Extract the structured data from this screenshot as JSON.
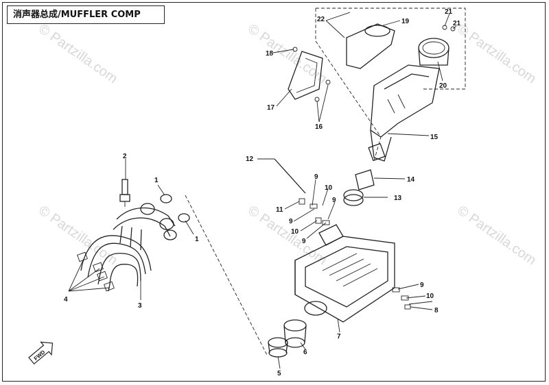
{
  "title": "消声器总成/MUFFLER COMP",
  "watermark": "© Partzilla.com",
  "callouts": [
    "1",
    "1",
    "2",
    "3",
    "4",
    "5",
    "6",
    "7",
    "8",
    "9",
    "9",
    "9",
    "9",
    "9",
    "10",
    "10",
    "10",
    "11",
    "12",
    "13",
    "14",
    "15",
    "16",
    "17",
    "18",
    "19",
    "20",
    "21",
    "21",
    "22"
  ],
  "direction_marker": "FWD"
}
